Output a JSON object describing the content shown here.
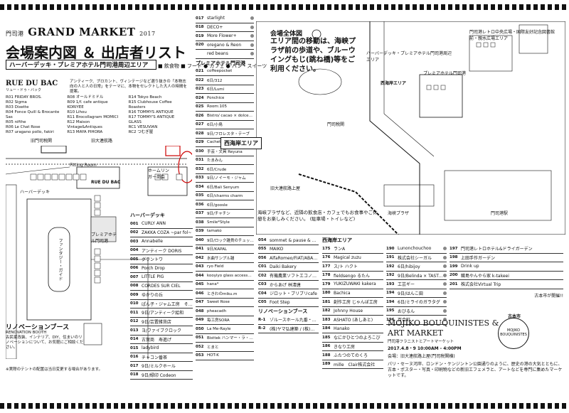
{
  "header": {
    "logo_top": "門司港",
    "logo": "GRAND MARKET",
    "logo_sub": "2017",
    "title": "会場案内図 ＆ 出店者リスト",
    "area_banner": "ハーバーデッキ・プレミアホテル門司港周辺エリア",
    "legend": "■ 飲食物   ■ フード   ● カフェ   ● パン・スイーツ"
  },
  "rue_du_bac": {
    "logo": "RUE DU BAC",
    "logo_sub": "リュー・ドゥ・バック",
    "description": "アンティーク、ブロカント、ヴィンテージなど選り抜きの「本物志向の人と人の日常」をテーマに、本物をセレクトした大人の時間を提案。",
    "vendors": [
      "R01 FRIDAY BROS.",
      "R02 Sigma",
      "R03 Dixette",
      "R04 Fonce Quill & Brocante Sas",
      "R05 nifthe",
      "R06 Le Chat Rose",
      "R07 uragano pollo, fakiri",
      "R08 オールドミドル",
      "R09 1/f. cafe antique KORIYEE",
      "R10 Lihou",
      "R11 Brocollagram MOMICI",
      "R12 Maison Vintage&Antiques",
      "R13 MAYA PIHORA",
      "R14 Tokyo Beach",
      "R15 Clubhouse Coffee Roasters",
      "R16 TOMMYS ANTIQUE",
      "R17 TOMMY'S ANTIQUE GLASS",
      "RC1 VESUVIAN",
      "RC2 つむぎ屋"
    ]
  },
  "left_map": {
    "labels": [
      "旧門司税関",
      "旧大連航路",
      "Fitting Room",
      "RUE DU BAC",
      "ハーバーデッキ",
      "ホームリンガー商会",
      "ファンタジー・ガイド",
      "プレミアホテル門司港"
    ]
  },
  "renovation": {
    "title": "リノベーションブース",
    "sub": "RENOVATION BOOTH",
    "body": "古民家改装、インテリア、DIY、住まいのリノベーションについて、お気軽にご相談ください。"
  },
  "footnote": "※実際のテントの配置は当日変更する場合があります。",
  "col1": {
    "rows": [
      {
        "num": "017",
        "name": "starlight"
      },
      {
        "num": "018",
        "name": "DECO+"
      },
      {
        "num": "019",
        "name": "More Flower+"
      },
      {
        "num": "020",
        "name": "oregano & Reon"
      },
      {
        "num": "",
        "name": "red beans"
      }
    ],
    "section_hotel": "プレミアホテル門司港",
    "hotel_rows": [
      {
        "num": "021",
        "name": "coffeepocket"
      },
      {
        "num": "022",
        "name": "6日/312"
      },
      {
        "num": "023",
        "name": "6日/Lumi"
      },
      {
        "num": "024",
        "name": "Ponchice"
      },
      {
        "num": "025",
        "name": "Room:105"
      },
      {
        "num": "026",
        "name": "Bistro/ cacao × dolcetta"
      },
      {
        "num": "027",
        "name": "6日/小鳥"
      },
      {
        "num": "028",
        "name": "9日/フロレスタ・テーブ"
      },
      {
        "num": "029",
        "name": "Cachette"
      },
      {
        "num": "030",
        "name": "手芸・文具 Reyuna"
      },
      {
        "num": "031",
        "name": "たまみん"
      },
      {
        "num": "032",
        "name": "6日/Crude"
      },
      {
        "num": "033",
        "name": "9日/ノイーモ・ジャム"
      },
      {
        "num": "034",
        "name": "6日/Bali Senyum"
      },
      {
        "num": "035",
        "name": "6日/charms charm"
      },
      {
        "num": "036",
        "name": "6日/goosle"
      },
      {
        "num": "037",
        "name": "9日/チャチン"
      },
      {
        "num": "038",
        "name": "Smile*Style"
      },
      {
        "num": "039",
        "name": "tamako"
      },
      {
        "num": "040",
        "name": "9日/ロック雑貨のチュッシャ"
      },
      {
        "num": "041",
        "name": "9日/KAPAL"
      },
      {
        "num": "042",
        "name": "水曲サンプル雑"
      },
      {
        "num": "043",
        "name": "ryo Field"
      },
      {
        "num": "044",
        "name": "kooyiyo glass accessory"
      },
      {
        "num": "045",
        "name": "hana*"
      },
      {
        "num": "046",
        "name": "ときわのmiku.m"
      },
      {
        "num": "047",
        "name": "Sweet Rose"
      },
      {
        "num": "048",
        "name": "pheacadh"
      },
      {
        "num": "049",
        "name": "毎工房SORA"
      },
      {
        "num": "050",
        "name": "La Me-Rayle"
      },
      {
        "num": "051",
        "name": "Bisttek ハンマー・ラ・エッチ・ペンシル"
      },
      {
        "num": "052",
        "name": "とまと"
      },
      {
        "num": "053",
        "name": "HOT-K"
      }
    ]
  },
  "col_harbor": {
    "section": "ハーバーデッキ",
    "rows": [
      {
        "num": "001",
        "name": "CURLY ANN"
      },
      {
        "num": "002",
        "name": "ZAKKA COZA ~par fol~"
      },
      {
        "num": "003",
        "name": "Annabelle"
      },
      {
        "num": "004",
        "name": "アンティーク DORIS"
      },
      {
        "num": "005",
        "name": "グラントワ"
      },
      {
        "num": "006",
        "name": "Porch Drop"
      },
      {
        "num": "007",
        "name": "LITTLE PIG"
      },
      {
        "num": "008",
        "name": "CORDES SUR CIEL"
      },
      {
        "num": "009",
        "name": "ゆかりの丘"
      },
      {
        "num": "010",
        "name": "ぱん子・ジャム工房　そらの匠"
      },
      {
        "num": "011",
        "name": "9日/アンティーク絵和"
      },
      {
        "num": "012",
        "name": "9日/芸置雑貨店"
      },
      {
        "num": "013",
        "name": "ヨ/ファイブクロック"
      },
      {
        "num": "014",
        "name": "古賀商　寿進げ"
      },
      {
        "num": "015",
        "name": "ladybird"
      },
      {
        "num": "016",
        "name": "チャコン番茶"
      },
      {
        "num": "017",
        "name": "9日/ミルクホール"
      },
      {
        "num": "018",
        "name": "9日/緑印 Codeon"
      }
    ]
  },
  "col3": {
    "rows": [
      {
        "num": "054",
        "name": "sommet & pause & プリザーブドフラワーyarn"
      },
      {
        "num": "055",
        "name": "MAIKO"
      },
      {
        "num": "056",
        "name": "AlfaRomeo/FIAT/ABARTH 北九州 & RENAULT北九州"
      },
      {
        "num": "C01",
        "name": "Daiki Bakery"
      },
      {
        "num": "C02",
        "name": "有機農業ソフトエコノミカフェ"
      },
      {
        "num": "C03",
        "name": "からあげ 林清唐"
      },
      {
        "num": "C04",
        "name": "ジロット・ブリブリcafe"
      },
      {
        "num": "C05",
        "name": "Foot Step"
      }
    ],
    "section_reno": "リノベーションブース",
    "reno_rows": [
      {
        "num": "R-1",
        "name": "ゾルースホール九番・リノベンチャー株式会社"
      },
      {
        "num": "R-2",
        "name": "(株)ヤマ弘建築 / (株)リフォーム北九州 / 株式会社タムラデザイン"
      }
    ]
  },
  "col_west": {
    "section": "西海岸エリア",
    "rows": [
      {
        "num": "175",
        "name": "ランA"
      },
      {
        "num": "176",
        "name": "Magical zuzu"
      },
      {
        "num": "177",
        "name": "ス/ト ハクト"
      },
      {
        "num": "178",
        "name": "fieldsengo るたん"
      },
      {
        "num": "179",
        "name": "YUKIZUWAKI kakera"
      },
      {
        "num": "180",
        "name": "Bachica"
      },
      {
        "num": "181",
        "name": "創作工房 じゃんぼ工房"
      },
      {
        "num": "182",
        "name": "Johnny House"
      },
      {
        "num": "183",
        "name": "ASHATO (あしあと)"
      },
      {
        "num": "184",
        "name": "Hanako"
      },
      {
        "num": "185",
        "name": "なにかひとつのよろこび"
      },
      {
        "num": "186",
        "name": "きなり工房"
      },
      {
        "num": "188",
        "name": "ふたつのてのくろ"
      },
      {
        "num": "189",
        "name": "mille　Clair株式会社"
      }
    ]
  },
  "col_west2": {
    "rows": [
      {
        "num": "190",
        "name": "Lunonchouchoo"
      },
      {
        "num": "191",
        "name": "株式会社シーガル"
      },
      {
        "num": "192",
        "name": "6日/hibijoy"
      },
      {
        "num": "192",
        "name": "9日/Belinda × TASTAS"
      },
      {
        "num": "193",
        "name": "工芸ギー"
      },
      {
        "num": "194",
        "name": "9日/はんこ田"
      },
      {
        "num": "194",
        "name": "6日/ミライのガラタグ"
      },
      {
        "num": "195",
        "name": "おびるん"
      },
      {
        "num": "196",
        "name": "百合町"
      }
    ]
  },
  "col_west3": {
    "rows": [
      {
        "num": "197",
        "name": "門司港レトロホテル&ドライガーデン"
      },
      {
        "num": "198",
        "name": "上田手作ガーデン"
      },
      {
        "num": "199",
        "name": "Drink up"
      },
      {
        "num": "200",
        "name": "職島やんやら家 k-takeei"
      },
      {
        "num": "201",
        "name": "株式会社Virtual Trip"
      }
    ],
    "note": "古本市が開催!!"
  },
  "right_map": {
    "venue_title": "会場全体図",
    "move_note": "エリア間の移動は、海峡プラザ前の歩道や、ブルーウイングもじ(跳ね橋)等をご利用ください。",
    "west_area": "西海岸エリア",
    "labels": [
      "門司港レトロ中央広場・国際友好記念図書館前・親水広場エリア",
      "ハーバーデッキ・プレミアホテル門司港周辺エリア",
      "プレミアホテル門司港",
      "西海岸エリア",
      "旧大連航路上屋",
      "門司税関",
      "海峡プラザ",
      "門司港駅"
    ],
    "plaza_note": "海峡プラザなど、近隣の飲食店・カフェでもお食事やご休憩をお楽しみください。 (駐車場・トイレなど)"
  },
  "bouquinistes": {
    "title_line1": "MOJIKO BOUQUINISTES &",
    "title_line2": "ART MARKET",
    "title_sub": "門司港フラニストとアートマーケット",
    "date": "2017.4.8・9  10:00AM - 4:00PM",
    "place": "会場：旧大連航路上屋(門司税関横)",
    "body": "パリ・セーヌ河岸、ロンドン・ケンジントン公園通りのように、歴史の港の大気とともに、古本・ポスター・写真・印刷物などの新旧エフェメラと、アートなどを専門に集めたマーケットです。",
    "medal_text": "MOJIKO BOUQUINISTES",
    "medal_top": "古本市"
  }
}
